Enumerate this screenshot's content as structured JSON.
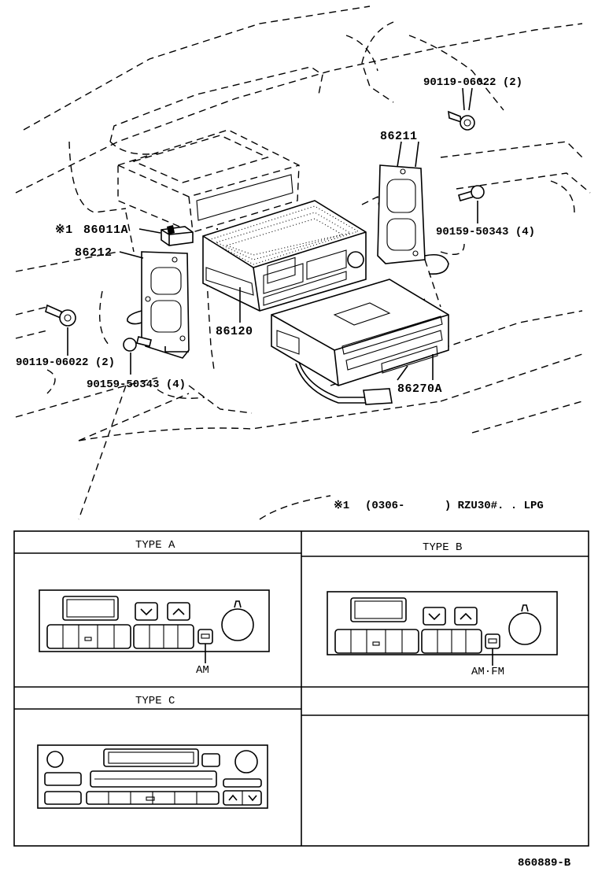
{
  "callouts": {
    "c86011A": "86011A",
    "c86011A_mark": "※1",
    "c86212": "86212",
    "c86211": "86211",
    "c86120": "86120",
    "c86270A": "86270A",
    "bolt_top_right": "90119-06022 (2)",
    "bolt_mid_right": "90159-50343 (4)",
    "bolt_left": "90119-06022 (2)",
    "bolt_bottom_left": "90159-50343 (4)"
  },
  "footnote": {
    "mark": "※1",
    "text": "(0306-      ) RZU30#. . LPG"
  },
  "types": {
    "a": {
      "title": "TYPE A",
      "label": "AM"
    },
    "b": {
      "title": "TYPE B",
      "label": "AM·FM"
    },
    "c": {
      "title": "TYPE C"
    }
  },
  "part_code": "860889-B"
}
